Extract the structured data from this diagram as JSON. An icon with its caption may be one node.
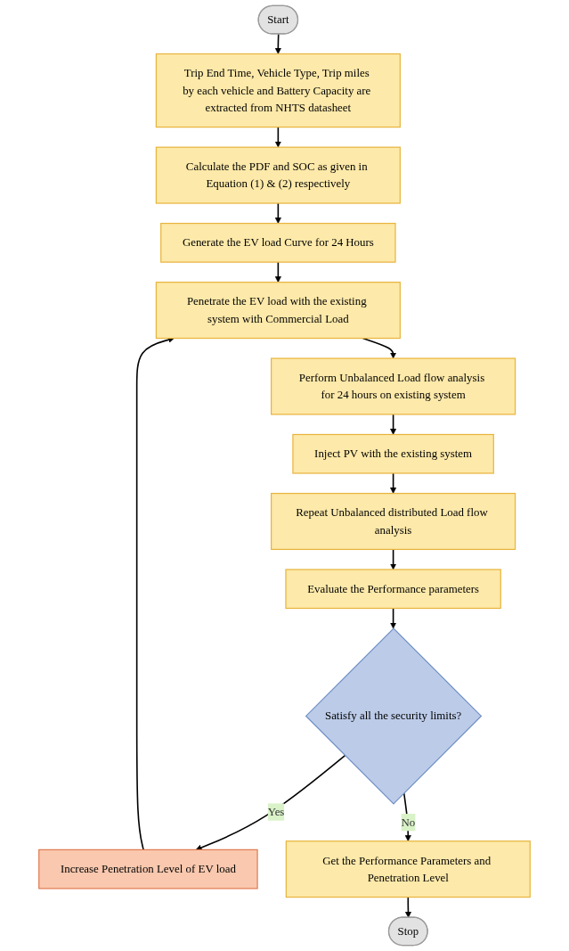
{
  "diagram": {
    "nodes": [
      {
        "text": [
          "Start"
        ]
      },
      {
        "text": [
          "Trip End Time, Vehicle Type, Trip miles by each vehicle and Battery Capacity are extracted from NHTS datasheet"
        ]
      },
      {
        "text": [
          "Calculate the PDF and SOC as given in Equation (1) & (2) respectively"
        ]
      },
      {
        "text": [
          "Generate the EV load Curve for 24 Hours"
        ]
      },
      {
        "text": [
          "Penetrate the EV load with the existing system with Commercial Load"
        ]
      },
      {
        "text": [
          "Perform Unbalanced Load flow analysis for 24 hours on existing system"
        ]
      },
      {
        "text": [
          "Inject PV with the existing system"
        ]
      },
      {
        "text": [
          "Repeat Unbalanced distributed Load flow analysis"
        ]
      },
      {
        "text": [
          "Evaluate the Performance parameters"
        ]
      },
      {
        "text": [
          "Satisfy all the security limits?"
        ]
      },
      {
        "text": [
          "Increase Penetration Level of EV load"
        ]
      },
      {
        "text": [
          "Get the Performance Parameters and Penetration Level"
        ]
      },
      {
        "text": [
          "Stop"
        ]
      }
    ],
    "edges": [
      {
        "from": 0,
        "to": 1,
        "arrow": "to"
      },
      {
        "from": 1,
        "to": 2,
        "arrow": "to"
      },
      {
        "from": 2,
        "to": 3,
        "arrow": "to"
      },
      {
        "from": 3,
        "to": 4,
        "arrow": "to"
      },
      {
        "from": 4,
        "to": 5,
        "arrow": "to"
      },
      {
        "from": 5,
        "to": 6,
        "arrow": "to"
      },
      {
        "from": 6,
        "to": 7,
        "arrow": "to"
      },
      {
        "from": 7,
        "to": 8,
        "arrow": "to"
      },
      {
        "from": 8,
        "to": 9,
        "arrow": "to"
      },
      {
        "from": 9,
        "to": 10,
        "label": "Yes",
        "arrow": "to"
      },
      {
        "from": 10,
        "to": 4,
        "arrow": "to"
      },
      {
        "from": 9,
        "to": 11,
        "label": "No",
        "arrow": "to"
      },
      {
        "from": 11,
        "to": 12,
        "arrow": "to"
      }
    ]
  }
}
